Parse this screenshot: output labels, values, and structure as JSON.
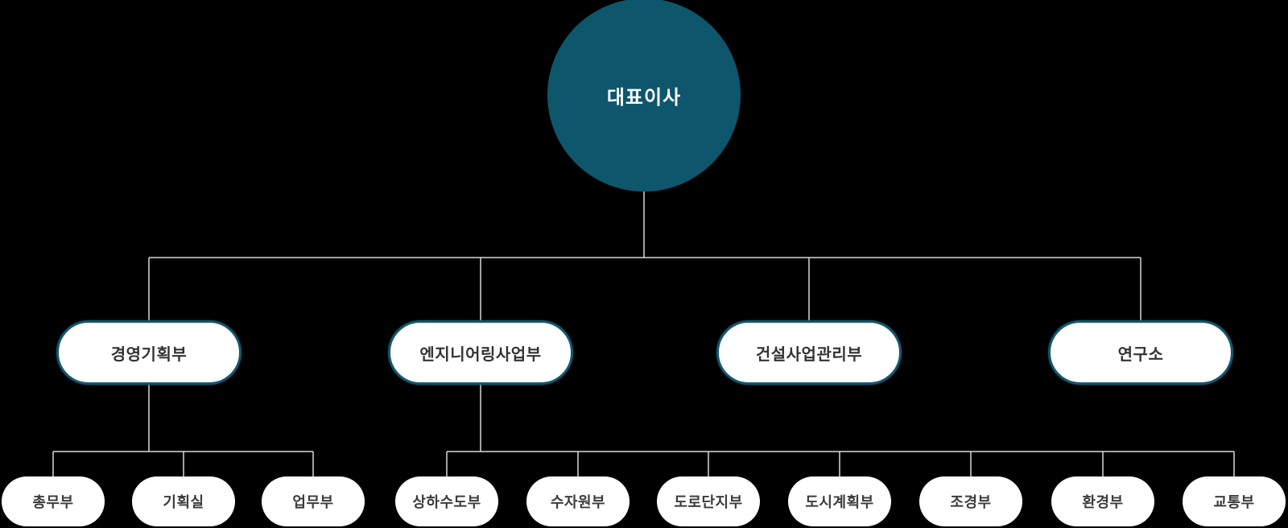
{
  "org": {
    "root": {
      "label": "대표이사"
    },
    "departments": [
      {
        "label": "경영기획부",
        "children": [
          {
            "label": "총무부"
          },
          {
            "label": "기획실"
          },
          {
            "label": "업무부"
          }
        ]
      },
      {
        "label": "엔지니어링사업부",
        "children": [
          {
            "label": "상하수도부"
          },
          {
            "label": "수자원부"
          },
          {
            "label": "도로단지부"
          },
          {
            "label": "도시계획부"
          },
          {
            "label": "조경부"
          },
          {
            "label": "환경부"
          },
          {
            "label": "교통부"
          }
        ]
      },
      {
        "label": "건설사업관리부",
        "children": []
      },
      {
        "label": "연구소",
        "children": []
      }
    ],
    "colors": {
      "background": "#000000",
      "connector_line": "#d9d9d9",
      "root_fill": "#0d566b",
      "root_text": "#ffffff",
      "box_border": "#14576d",
      "box_fill": "#ffffff",
      "box_text": "#333333"
    }
  }
}
